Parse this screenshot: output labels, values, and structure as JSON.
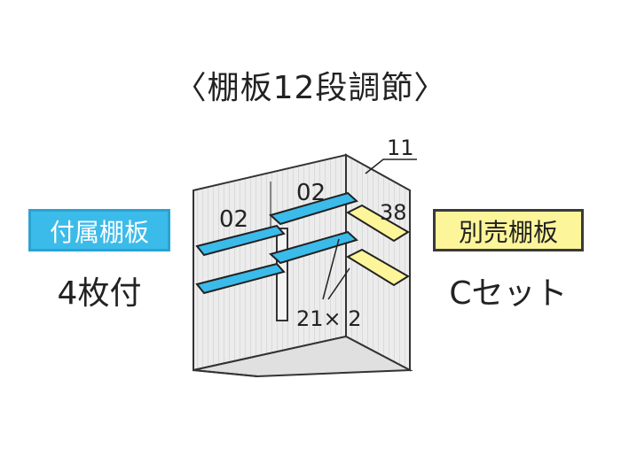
{
  "title": "〈棚板12段調節〉",
  "included_shelf": {
    "badge": "付属棚板",
    "quantity": "4枚付"
  },
  "optional_shelf": {
    "badge": "別売棚板",
    "set": "Cセット"
  },
  "labels": {
    "back_left": "02",
    "back_right": "02",
    "top_dim": "11",
    "side_dim": "38",
    "bottom_dim": "21× 2"
  },
  "colors": {
    "included_shelf": "#3bbbea",
    "optional_shelf": "#fdf59a",
    "cabinet_face": "#e4e4e4"
  }
}
